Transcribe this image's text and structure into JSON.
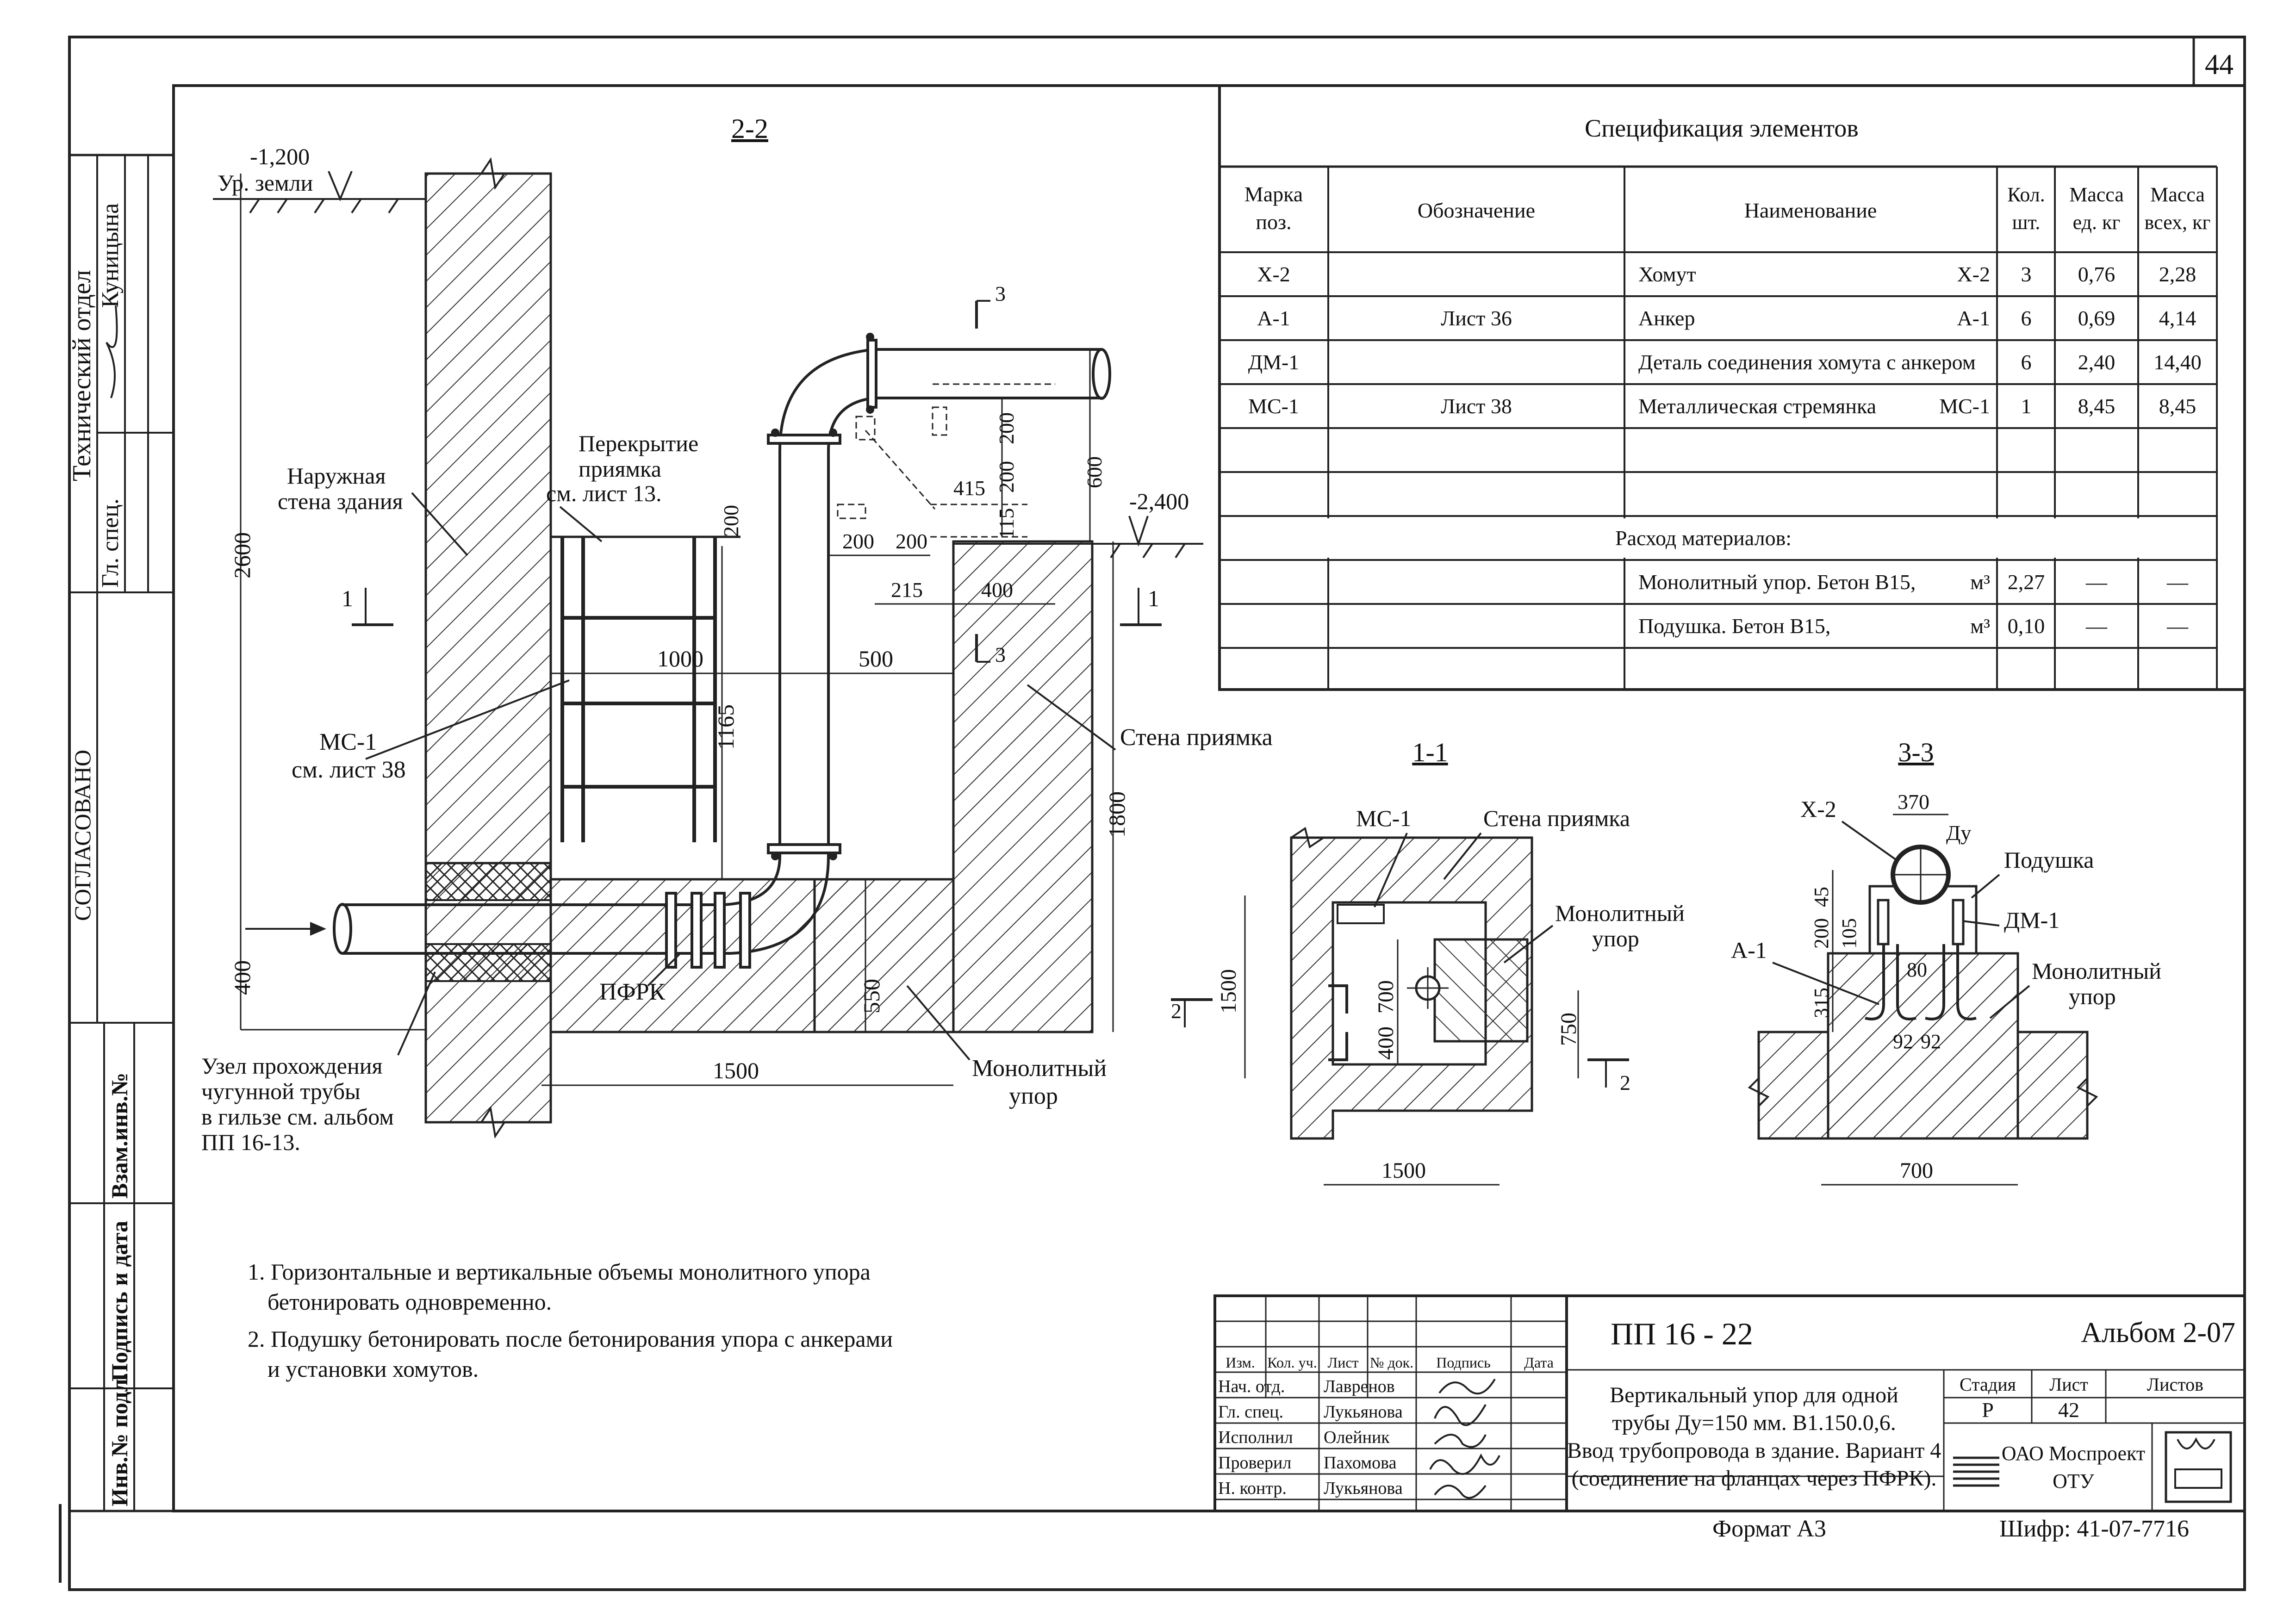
{
  "page_number": "44",
  "side_stamp": {
    "department": "Технический отдел",
    "role": "Гл. спец.",
    "name": "Куницына",
    "approved": "СОГЛАСОВАНО",
    "inv_replace": "Взам.инв.№",
    "sign_date": "Подпись и дата",
    "inv_orig": "Инв.№ подл."
  },
  "section_2_2": {
    "title": "2-2",
    "ground_level": "-1,200",
    "ground_label": "Ур. земли",
    "outer_wall_1": "Наружная",
    "outer_wall_2": "стена здания",
    "slab_1": "Перекрытие",
    "slab_2": "приямка",
    "slab_3": "см. лист 13.",
    "level_2400": "-2,400",
    "ms1_1": "МС-1",
    "ms1_2": "см. лист 38",
    "pit_wall": "Стена приямка",
    "pfrk": "ПФРК",
    "node_1": "Узел прохождения",
    "node_2": "чугунной трубы",
    "node_3": "в гильзе см. альбом",
    "node_4": "ПП 16-13.",
    "mono_1": "Монолитный",
    "mono_2": "упор",
    "mark_1": "1",
    "mark_3": "3",
    "dims": {
      "d2600": "2600",
      "d400": "400",
      "d1000": "1000",
      "d500": "500",
      "d1165": "1165",
      "d1800": "1800",
      "d550": "550",
      "d1500": "1500",
      "d200a": "200",
      "d200b": "200",
      "d200c": "200",
      "d200d": "200",
      "d200e": "200",
      "d415": "415",
      "d115": "115",
      "d215": "215",
      "d400b": "400",
      "d600": "600"
    }
  },
  "section_1_1": {
    "title": "1-1",
    "ms1": "МС-1",
    "pit_wall": "Стена приямка",
    "mono_1": "Монолитный",
    "mono_2": "упор",
    "mark_2": "2",
    "dims": {
      "d1500v": "1500",
      "d700": "700",
      "d400": "400",
      "d750": "750",
      "d1500h": "1500"
    }
  },
  "section_3_3": {
    "title": "3-3",
    "x2": "Х-2",
    "du": "Ду",
    "pad": "Подушка",
    "dm1": "ДМ-1",
    "a1": "А-1",
    "mono_1": "Монолитный",
    "mono_2": "упор",
    "dims": {
      "d370": "370",
      "d45": "45",
      "d200": "200",
      "d105": "105",
      "d315": "315",
      "d80": "80",
      "d92a": "92",
      "d92b": "92",
      "d700": "700"
    }
  },
  "spec": {
    "title": "Спецификация элементов",
    "headers": [
      "Марка поз.",
      "Обозначение",
      "Наименование",
      "Кол. шт.",
      "Масса ед. кг",
      "Масса всех, кг"
    ],
    "rows": [
      {
        "mark": "Х-2",
        "doc": "",
        "name": "Хомут",
        "name_code": "Х-2",
        "qty": "3",
        "unit": "0,76",
        "total": "2,28"
      },
      {
        "mark": "А-1",
        "doc": "Лист 36",
        "name": "Анкер",
        "name_code": "А-1",
        "qty": "6",
        "unit": "0,69",
        "total": "4,14"
      },
      {
        "mark": "ДМ-1",
        "doc": "",
        "name": "Деталь соединения хомута с анкером",
        "name_code": "",
        "qty": "6",
        "unit": "2,40",
        "total": "14,40"
      },
      {
        "mark": "МС-1",
        "doc": "Лист 38",
        "name": "Металлическая стремянка",
        "name_code": "МС-1",
        "qty": "1",
        "unit": "8,45",
        "total": "8,45"
      }
    ],
    "materials_title": "Расход материалов:",
    "materials": [
      {
        "name": "Монолитный упор. Бетон В15,",
        "unit": "м³",
        "qty": "2,27",
        "unit_mass": "—",
        "total": "—"
      },
      {
        "name": "Подушка. Бетон В15,",
        "unit": "м³",
        "qty": "0,10",
        "unit_mass": "—",
        "total": "—"
      }
    ]
  },
  "notes": [
    "1. Горизонтальные и вертикальные объемы монолитного упора",
    "бетонировать одновременно.",
    "2. Подушку бетонировать после бетонирования упора с анкерами",
    "и установки хомутов."
  ],
  "title_block": {
    "code": "ПП  16 - 22",
    "album": "Альбом 2-07",
    "col_headers": [
      "Изм.",
      "Кол. уч.",
      "Лист",
      "№ док.",
      "Подпись",
      "Дата"
    ],
    "roles": [
      {
        "role": "Нач. отд.",
        "name": "Лавренов"
      },
      {
        "role": "Гл. спец.",
        "name": "Лукьянова"
      },
      {
        "role": "Исполнил",
        "name": "Олейник"
      },
      {
        "role": "Проверил",
        "name": "Пахомова"
      },
      {
        "role": "Н. контр.",
        "name": "Лукьянова"
      }
    ],
    "desc_1": "Вертикальный упор для одной",
    "desc_2": "трубы Ду=150 мм. В1.150.0,6.",
    "desc_3": "Ввод трубопровода в здание. Вариант 4",
    "desc_4": "(соединение на фланцах через ПФРК).",
    "stage_h": "Стадия",
    "sheet_h": "Лист",
    "sheets_h": "Листов",
    "stage": "Р",
    "sheet": "42",
    "org_1": "ОАО Моспроект",
    "org_2": "ОТУ",
    "format": "Формат А3",
    "cipher": "Шифр: 41-07-7716"
  }
}
